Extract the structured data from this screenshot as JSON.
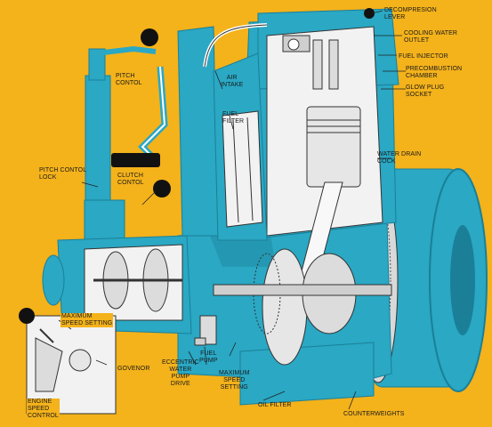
{
  "colors": {
    "background": "#f4b21b",
    "engine_body": "#2aa8c4",
    "engine_shadow": "#1b7f98",
    "cutaway_interior": "#f2f2f2",
    "control_knob": "#111111",
    "outline": "#202020"
  },
  "labels": {
    "decompression_lever": [
      "DECOMPRESION",
      "LEVER"
    ],
    "cooling_water_outlet": [
      "COOLING WATER",
      "OUTLET"
    ],
    "fuel_injector": [
      "FUEL INJECTOR"
    ],
    "precombustion_chamber": [
      "PRECOMBUSTION",
      "CHAMBER"
    ],
    "glow_plug_socket": [
      "GLOW PLUG",
      "SOCKET"
    ],
    "water_drain_cock": [
      "WATER DRAIN",
      "COCK"
    ],
    "pitch_control": [
      "PITCH",
      "CONTOL"
    ],
    "air_intake": [
      "AIR",
      "INTAKE"
    ],
    "fuel_filter": [
      "FUEL",
      "FILTER"
    ],
    "pitch_control_lock": [
      "PITCH CONTOL",
      "LOCK"
    ],
    "clutch_control": [
      "CLUTCH",
      "CONTOL"
    ],
    "maximum_speed_setting_left": [
      "MAXIMUM",
      "SPEED SETTING"
    ],
    "governor": [
      "GOVENOR"
    ],
    "eccentric_water_pump_drive": [
      "ECCENTRIC",
      "WATER",
      "PUMP",
      "DRIVE"
    ],
    "fuel_pump": [
      "FUEL",
      "PUMP"
    ],
    "maximum_speed_setting_center": [
      "MAXIMUM",
      "SPEED",
      "SETTING"
    ],
    "oil_filter": [
      "OIL FILTER"
    ],
    "counterweights": [
      "COUNTERWEIGHTS"
    ],
    "engine_speed_control": [
      "ENGINE",
      "SPEED",
      "CONTROL"
    ]
  }
}
